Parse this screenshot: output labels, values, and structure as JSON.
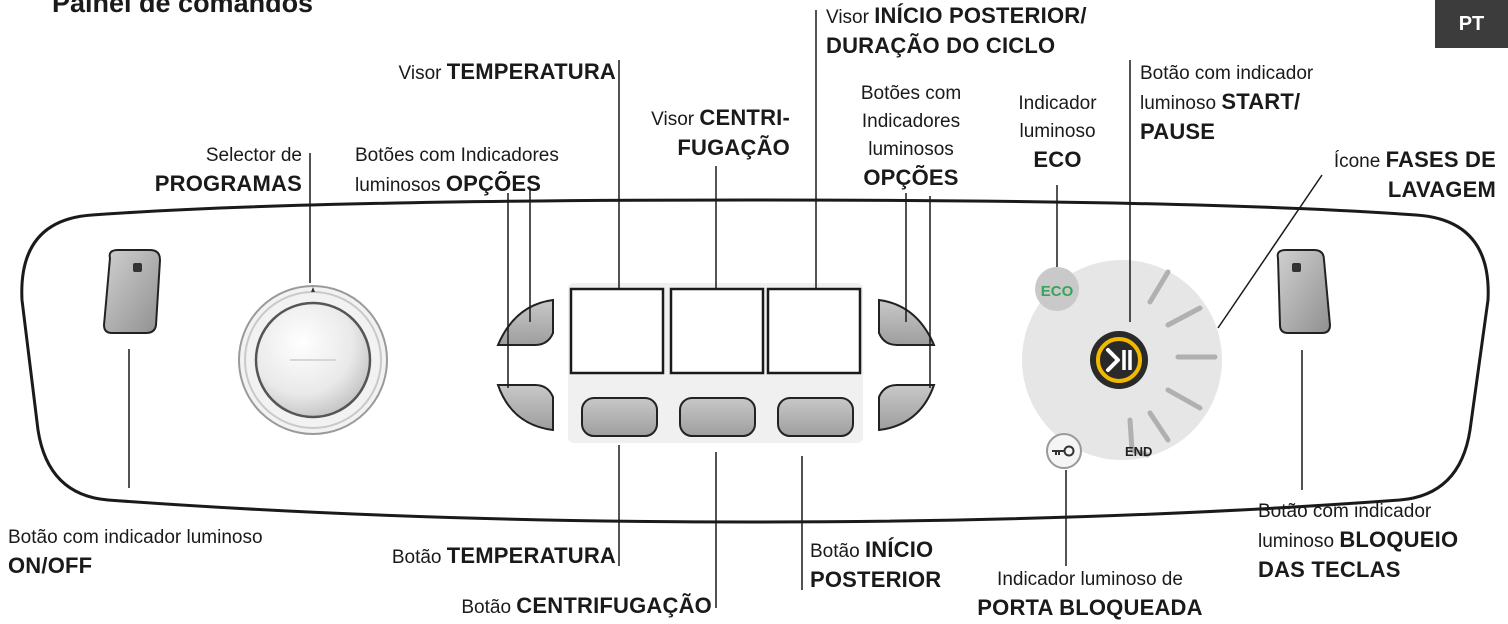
{
  "header": {
    "title": "Painel de comandos",
    "lang_badge": "PT"
  },
  "labels": {
    "display_temp": {
      "pre": "Visor ",
      "bold": "TEMPERATURA"
    },
    "display_spin": {
      "pre": "Visor ",
      "bold1": "CENTRI-",
      "bold2": "FUGAÇÃO"
    },
    "display_delay": {
      "pre": "Visor ",
      "bold1": "INÍCIO POSTERIOR/",
      "bold2": "DURAÇÃO DO CICLO"
    },
    "program_selector": {
      "line1": "Selector de",
      "bold": "PROGRAMAS"
    },
    "options_left": {
      "line1": "Botões com Indicadores",
      "pre2": "luminosos ",
      "bold": "OPÇÕES"
    },
    "options_right": {
      "line1": "Botões com",
      "line2": "Indicadores",
      "line3": "luminosos",
      "bold": "OPÇÕES"
    },
    "eco_indicator": {
      "line1": "Indicador",
      "line2": "luminoso",
      "bold": "ECO"
    },
    "start_pause": {
      "line1": "Botão com indicador",
      "pre2": "luminoso",
      "bold1": "START/",
      "bold2": "PAUSE"
    },
    "wash_phases": {
      "pre": "Ícone ",
      "bold1": "FASES DE",
      "bold2": "LAVAGEM"
    },
    "on_off": {
      "line1": "Botão com indicador luminoso",
      "bold": "ON/OFF"
    },
    "temp_button": {
      "pre": "Botão ",
      "bold": "TEMPERATURA"
    },
    "spin_button": {
      "pre": "Botão ",
      "bold": "CENTRIFUGAÇÃO"
    },
    "delay_button": {
      "pre": "Botão ",
      "bold1": "INÍCIO",
      "bold2": "POSTERIOR"
    },
    "door_lock": {
      "line1": "Indicador luminoso de",
      "bold": "PORTA BLOQUEADA"
    },
    "key_lock": {
      "line1": "Botão com indicador",
      "pre2": "luminoso ",
      "bold1": "BLOQUEIO",
      "bold2": "DAS TECLAS"
    }
  },
  "panel": {
    "eco_icon_text": "ECO",
    "end_text": "END"
  },
  "colors": {
    "eco_green": "#3aa35b",
    "start_ring": "#f2b800",
    "start_bg": "#2a2a2a",
    "panel_grey": "#e6e6e6",
    "button_grey": "#b9b9b9"
  }
}
